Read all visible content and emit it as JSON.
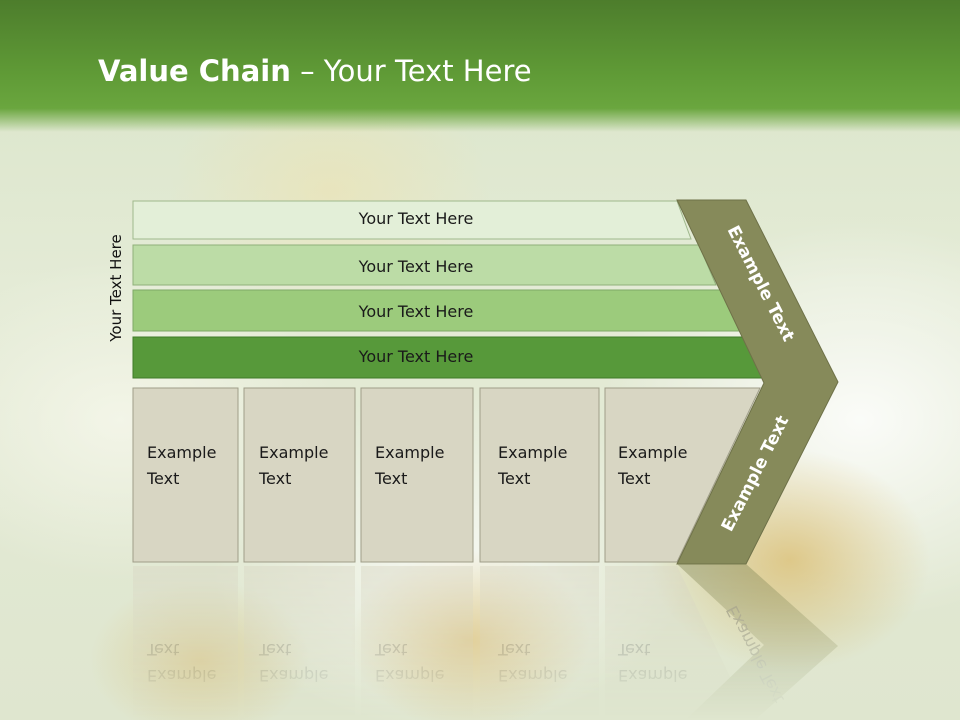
{
  "slide": {
    "title_bold": "Value Chain",
    "title_rest": " – Your Text Here",
    "side_label": "Your Text Here",
    "bars": [
      {
        "label": "Your Text Here",
        "color": "#e3efd8"
      },
      {
        "label": "Your Text Here",
        "color": "#bcdca6"
      },
      {
        "label": "Your Text Here",
        "color": "#9ccb7c"
      },
      {
        "label": "Your Text Here",
        "color": "#57993a"
      }
    ],
    "columns": [
      {
        "line1": "Example",
        "line2": "Text"
      },
      {
        "line1": "Example",
        "line2": "Text"
      },
      {
        "line1": "Example",
        "line2": "Text"
      },
      {
        "line1": "Example",
        "line2": "Text"
      },
      {
        "line1": "Example",
        "line2": "Text"
      }
    ],
    "arrow": {
      "top_label": "Example Text",
      "bottom_label": "Example Text",
      "color": "#868a5a"
    },
    "column_color": "#d8d6c3"
  }
}
